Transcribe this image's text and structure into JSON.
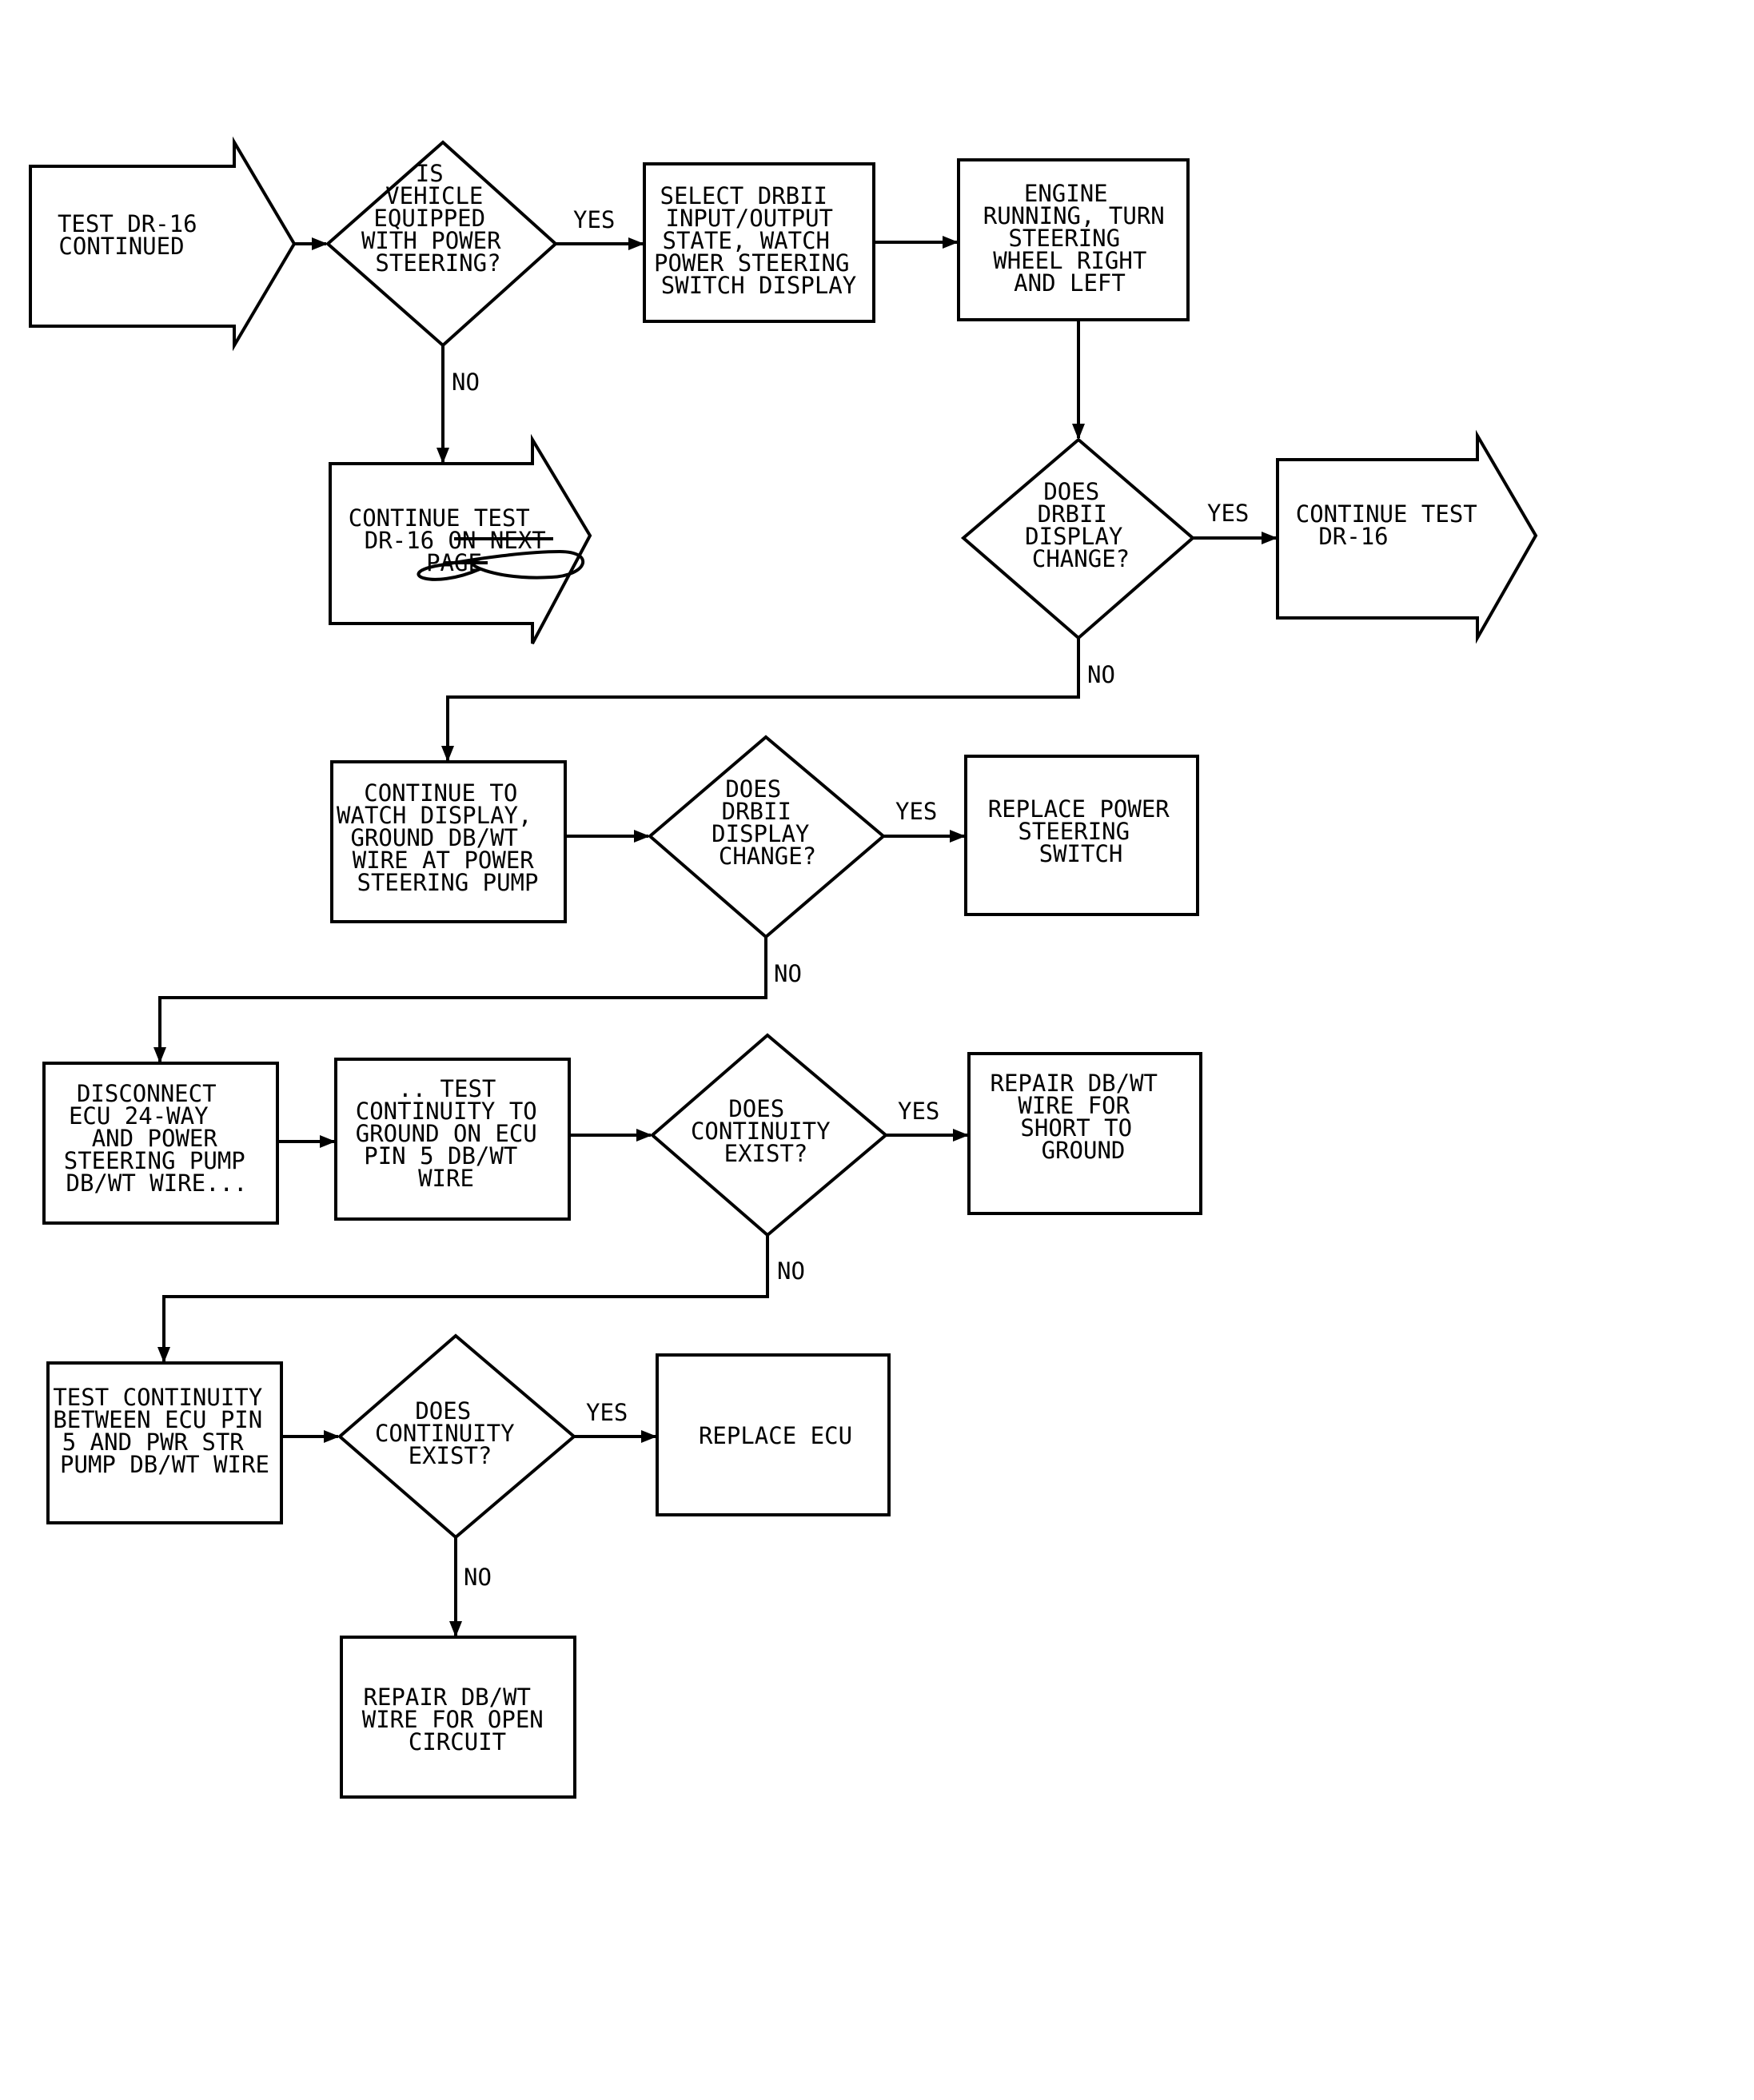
{
  "nodes": {
    "start": {
      "lines": [
        "TEST DR-16",
        "CONTINUED"
      ]
    },
    "q_power": {
      "lines": [
        "IS",
        "VEHICLE",
        "EQUIPPED",
        "WITH POWER",
        "STEERING?"
      ]
    },
    "select_drb": {
      "lines": [
        "SELECT DRBII",
        "INPUT/OUTPUT",
        "STATE, WATCH",
        "POWER STEERING",
        "SWITCH DISPLAY"
      ]
    },
    "engine": {
      "lines": [
        "ENGINE",
        "RUNNING, TURN",
        "STEERING",
        "WHEEL RIGHT",
        "AND LEFT"
      ]
    },
    "cont_next": {
      "lines": [
        "CONTINUE TEST",
        "DR-16 ON NEXT",
        "PAGE"
      ]
    },
    "q_change1": {
      "lines": [
        "DOES",
        "DRBII",
        "DISPLAY",
        "CHANGE?"
      ]
    },
    "cont_test": {
      "lines": [
        "CONTINUE TEST",
        "DR-16"
      ]
    },
    "watch": {
      "lines": [
        "CONTINUE TO",
        "WATCH DISPLAY,",
        "GROUND DB/WT",
        "WIRE AT POWER",
        "STEERING PUMP"
      ]
    },
    "q_change2": {
      "lines": [
        "DOES",
        "DRBII",
        "DISPLAY",
        "CHANGE?"
      ]
    },
    "replace_sw": {
      "lines": [
        "REPLACE POWER",
        "STEERING",
        "SWITCH"
      ]
    },
    "disconnect": {
      "lines": [
        "DISCONNECT",
        "ECU 24-WAY",
        "AND POWER",
        "STEERING PUMP",
        "DB/WT WIRE..."
      ]
    },
    "test_gnd": {
      "lines": [
        ".. TEST",
        "CONTINUITY TO",
        "GROUND ON ECU",
        "PIN 5 DB/WT",
        "WIRE"
      ]
    },
    "q_cont1": {
      "lines": [
        "DOES",
        "CONTINUITY",
        "EXIST?"
      ]
    },
    "repair_short": {
      "lines": [
        "REPAIR DB/WT",
        "WIRE FOR",
        "SHORT TO",
        "GROUND"
      ]
    },
    "test_between": {
      "lines": [
        "TEST CONTINUITY",
        "BETWEEN ECU PIN",
        "5 AND PWR STR",
        "PUMP DB/WT WIRE"
      ]
    },
    "q_cont2": {
      "lines": [
        "DOES",
        "CONTINUITY",
        "EXIST?"
      ]
    },
    "replace_ecu": {
      "lines": [
        "REPLACE ECU"
      ]
    },
    "repair_open": {
      "lines": [
        "REPAIR DB/WT",
        "WIRE FOR OPEN",
        "CIRCUIT"
      ]
    }
  },
  "edges": {
    "yes": "YES",
    "no": "NO"
  },
  "struck_text": "ON NEXT PAGE"
}
